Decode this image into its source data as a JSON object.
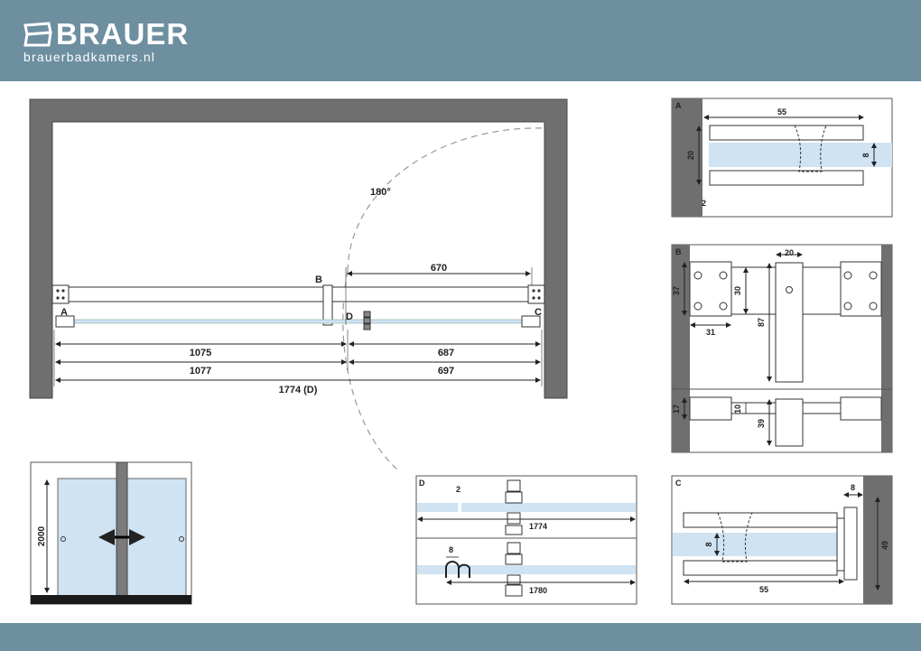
{
  "brand": {
    "name": "BRAUER",
    "url": "brauerbadkamers.nl"
  },
  "plan": {
    "angle": "180°",
    "labels": {
      "a": "A",
      "b": "B",
      "c": "C",
      "d": "D"
    },
    "dims": {
      "d670": "670",
      "d1075": "1075",
      "d687": "687",
      "d1077": "1077",
      "d697": "697",
      "d1774": "1774 (D)"
    }
  },
  "elevation": {
    "height": "2000"
  },
  "detail_a": {
    "label": "A",
    "d55": "55",
    "d20": "20",
    "d8": "8",
    "d2": "2"
  },
  "detail_b": {
    "label": "B",
    "d20": "20",
    "d37": "37",
    "d30": "30",
    "d31": "31",
    "d87": "87",
    "d17": "17",
    "d10": "10",
    "d39": "39"
  },
  "detail_c": {
    "label": "C",
    "d8a": "8",
    "d8b": "8",
    "d49": "49",
    "d55": "55"
  },
  "detail_d": {
    "label": "D",
    "d2": "2",
    "d1774": "1774",
    "d8": "8",
    "d1780": "1780"
  },
  "colors": {
    "header": "#6d8fa0",
    "wall": "#6f6f6f",
    "glass": "#cfe3f3"
  }
}
